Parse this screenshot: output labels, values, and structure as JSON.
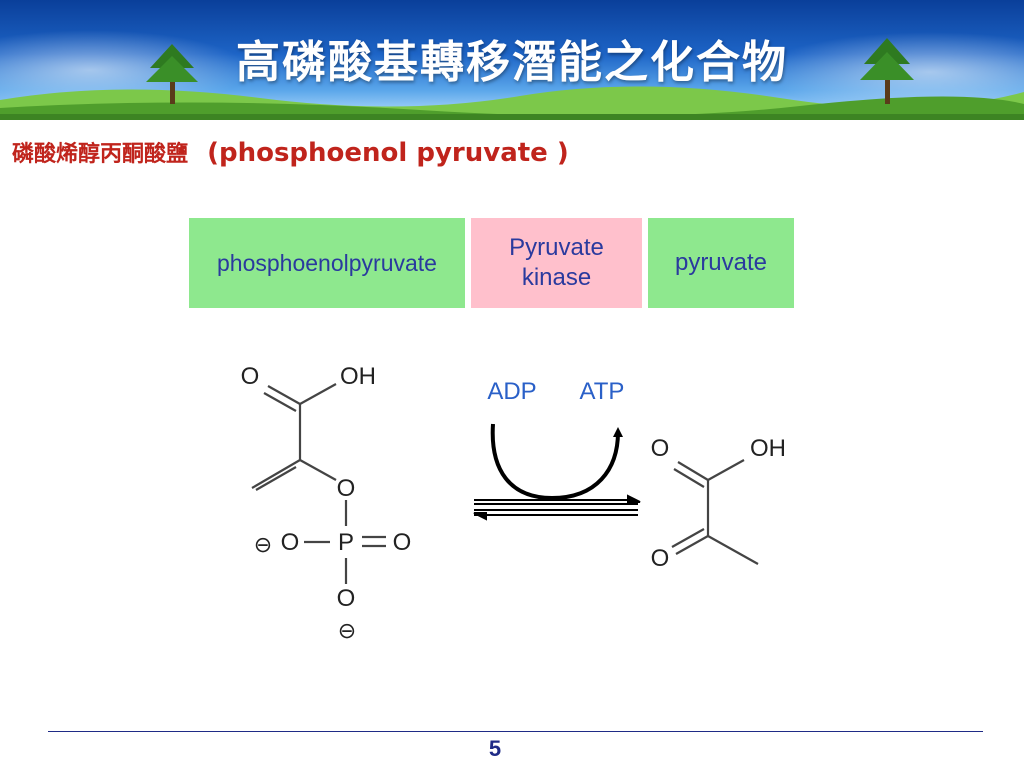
{
  "slide": {
    "title": "高磷酸基轉移潛能之化合物",
    "subtitle_zh": "磷酸烯醇丙酮酸鹽",
    "subtitle_en": "(phosphoenol pyruvate )",
    "page_number": "5"
  },
  "reaction_boxes": {
    "substrate": "phosphoenolpyruvate",
    "enzyme": "Pyruvate\nkinase",
    "product": "pyruvate"
  },
  "structure_pep": {
    "carbonyl_o": "O",
    "hydroxyl": "OH",
    "ester_o": "O",
    "neg_charge_left": "⊖",
    "left_o": "O",
    "phosphorus": "P",
    "right_o": "O",
    "bottom_o": "O",
    "neg_charge_bottom": "⊖"
  },
  "structure_pyruvate": {
    "carbonyl_o": "O",
    "hydroxyl": "OH",
    "keto_o": "O"
  },
  "cofactors": {
    "adp": "ADP",
    "atp": "ATP"
  },
  "colors": {
    "title_text": "#ffffff",
    "subtitle_text": "#c0241c",
    "box_green": "#8ee88e",
    "box_pink": "#ffc0cc",
    "box_text": "#2a3a9e",
    "cofactor_text": "#2a60c8",
    "footer": "#1f2b86"
  }
}
